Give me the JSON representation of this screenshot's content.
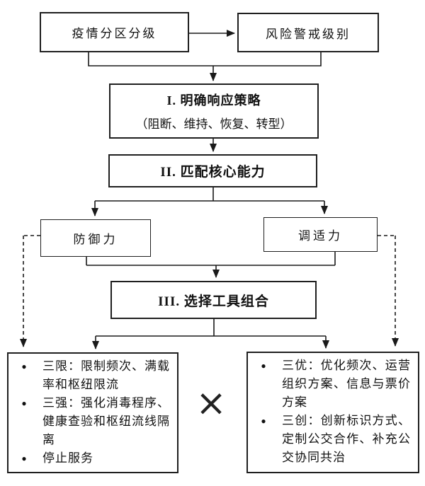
{
  "diagram": {
    "top_left_box": {
      "label": "疫情分区分级"
    },
    "top_right_box": {
      "label": "风险警戒级别"
    },
    "step1_box": {
      "title": "I. 明确响应策略",
      "subtitle": "（阻断、维持、恢复、转型）"
    },
    "step2_box": {
      "title": "II. 匹配核心能力"
    },
    "defense_box": {
      "label": "防御力"
    },
    "adapt_box": {
      "label": "调适力"
    },
    "step3_box": {
      "title": "III. 选择工具组合"
    },
    "left_tools_box": {
      "bullet_char": "●",
      "items": [
        "三限：限制频次、满载率和枢纽限流",
        "三强：强化消毒程序、健康查验和枢纽流线隔离",
        "停止服务"
      ]
    },
    "right_tools_box": {
      "bullet_char": "●",
      "items": [
        "三优：优化频次、运营组织方案、信息与票价方案",
        "三创：创新标识方式、定制公交合作、补充公交协同共治"
      ]
    },
    "cross_symbol": "×",
    "colors": {
      "line": "#1a1a1a",
      "background": "#ffffff"
    }
  }
}
